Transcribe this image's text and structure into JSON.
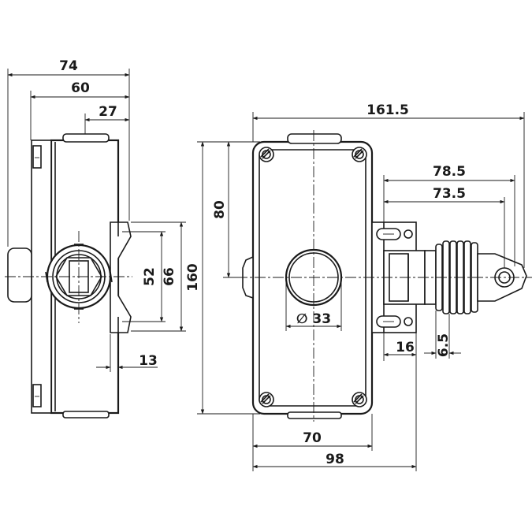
{
  "colors": {
    "ink": "#1a1a1a",
    "background": "#ffffff"
  },
  "side_view": {
    "dimensions": {
      "width_total": "74",
      "width_body": "60",
      "width_offset": "27",
      "height_inner": "52",
      "height_outer": "66",
      "height_total": "160",
      "offset_bottom": "13"
    }
  },
  "front_view": {
    "dimensions": {
      "width_total": "161.5",
      "reach_outer": "78.5",
      "reach_inner": "73.5",
      "height_upper": "80",
      "hole_diameter": "∅ 33",
      "width_body": "70",
      "width_base": "98",
      "flange_width": "16",
      "eye_offset": "6.5"
    }
  }
}
